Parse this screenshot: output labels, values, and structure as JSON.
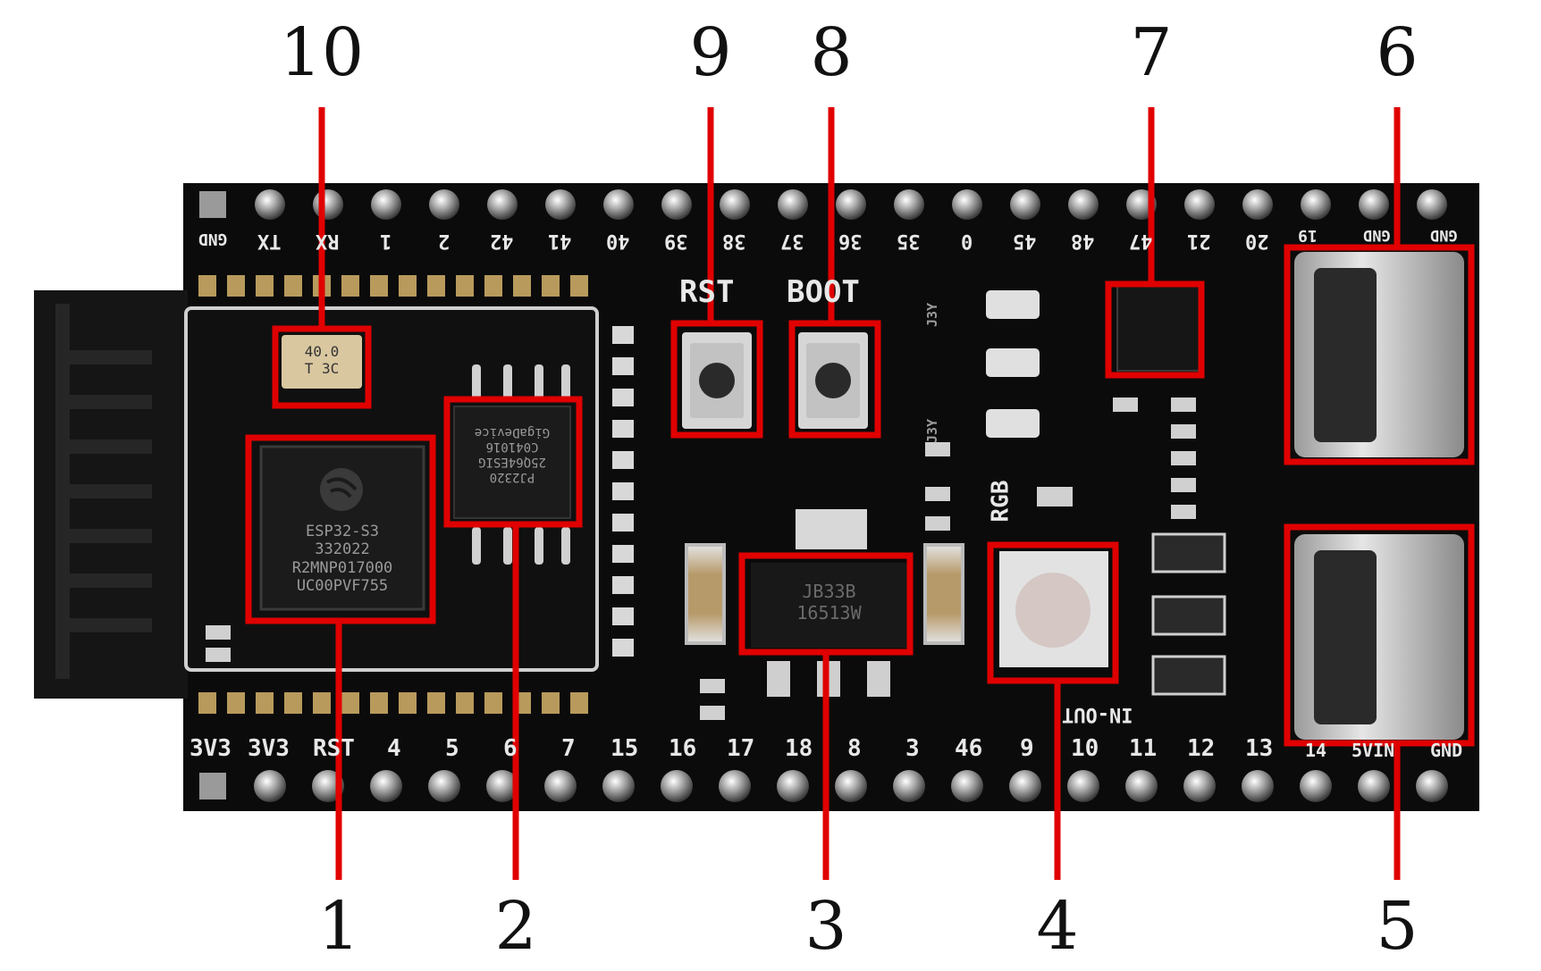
{
  "callouts": [
    "1",
    "2",
    "3",
    "4",
    "5",
    "6",
    "7",
    "8",
    "9",
    "10"
  ],
  "top_pins": [
    "GND",
    "TX",
    "RX",
    "1",
    "2",
    "42",
    "41",
    "40",
    "39",
    "38",
    "37",
    "36",
    "35",
    "0",
    "45",
    "48",
    "47",
    "21",
    "20",
    "19",
    "GND",
    "GND"
  ],
  "bottom_pins": [
    "3V3",
    "3V3",
    "RST",
    "4",
    "5",
    "6",
    "7",
    "15",
    "16",
    "17",
    "18",
    "8",
    "3",
    "46",
    "9",
    "10",
    "11",
    "12",
    "13",
    "14",
    "5VIN",
    "GND"
  ],
  "board_labels": {
    "rst": "RST",
    "boot": "BOOT",
    "rgb": "RGB",
    "in_out": "IN-OUT",
    "j3y_a": "J3Y",
    "j3y_b": "J3Y"
  },
  "module_chip": {
    "line1": "ESP32-S3",
    "line2": "332022",
    "line3": "R2MNP017000",
    "line4": "UC00PVF755"
  },
  "flash_chip": {
    "line1": "PJ2320",
    "line2": "25Q64ESIG",
    "line3": "C041016",
    "line4": "GigaDevice"
  },
  "crystal": {
    "line1": "40.0",
    "line2": "T 3C"
  },
  "regulator": {
    "line1": "JB33B",
    "line2": "16513W"
  },
  "colors": {
    "board": "#0c0c0c",
    "silkscreen": "#e8e8e8",
    "highlight": "#e00000",
    "pad_gold": "#b89a5c"
  }
}
